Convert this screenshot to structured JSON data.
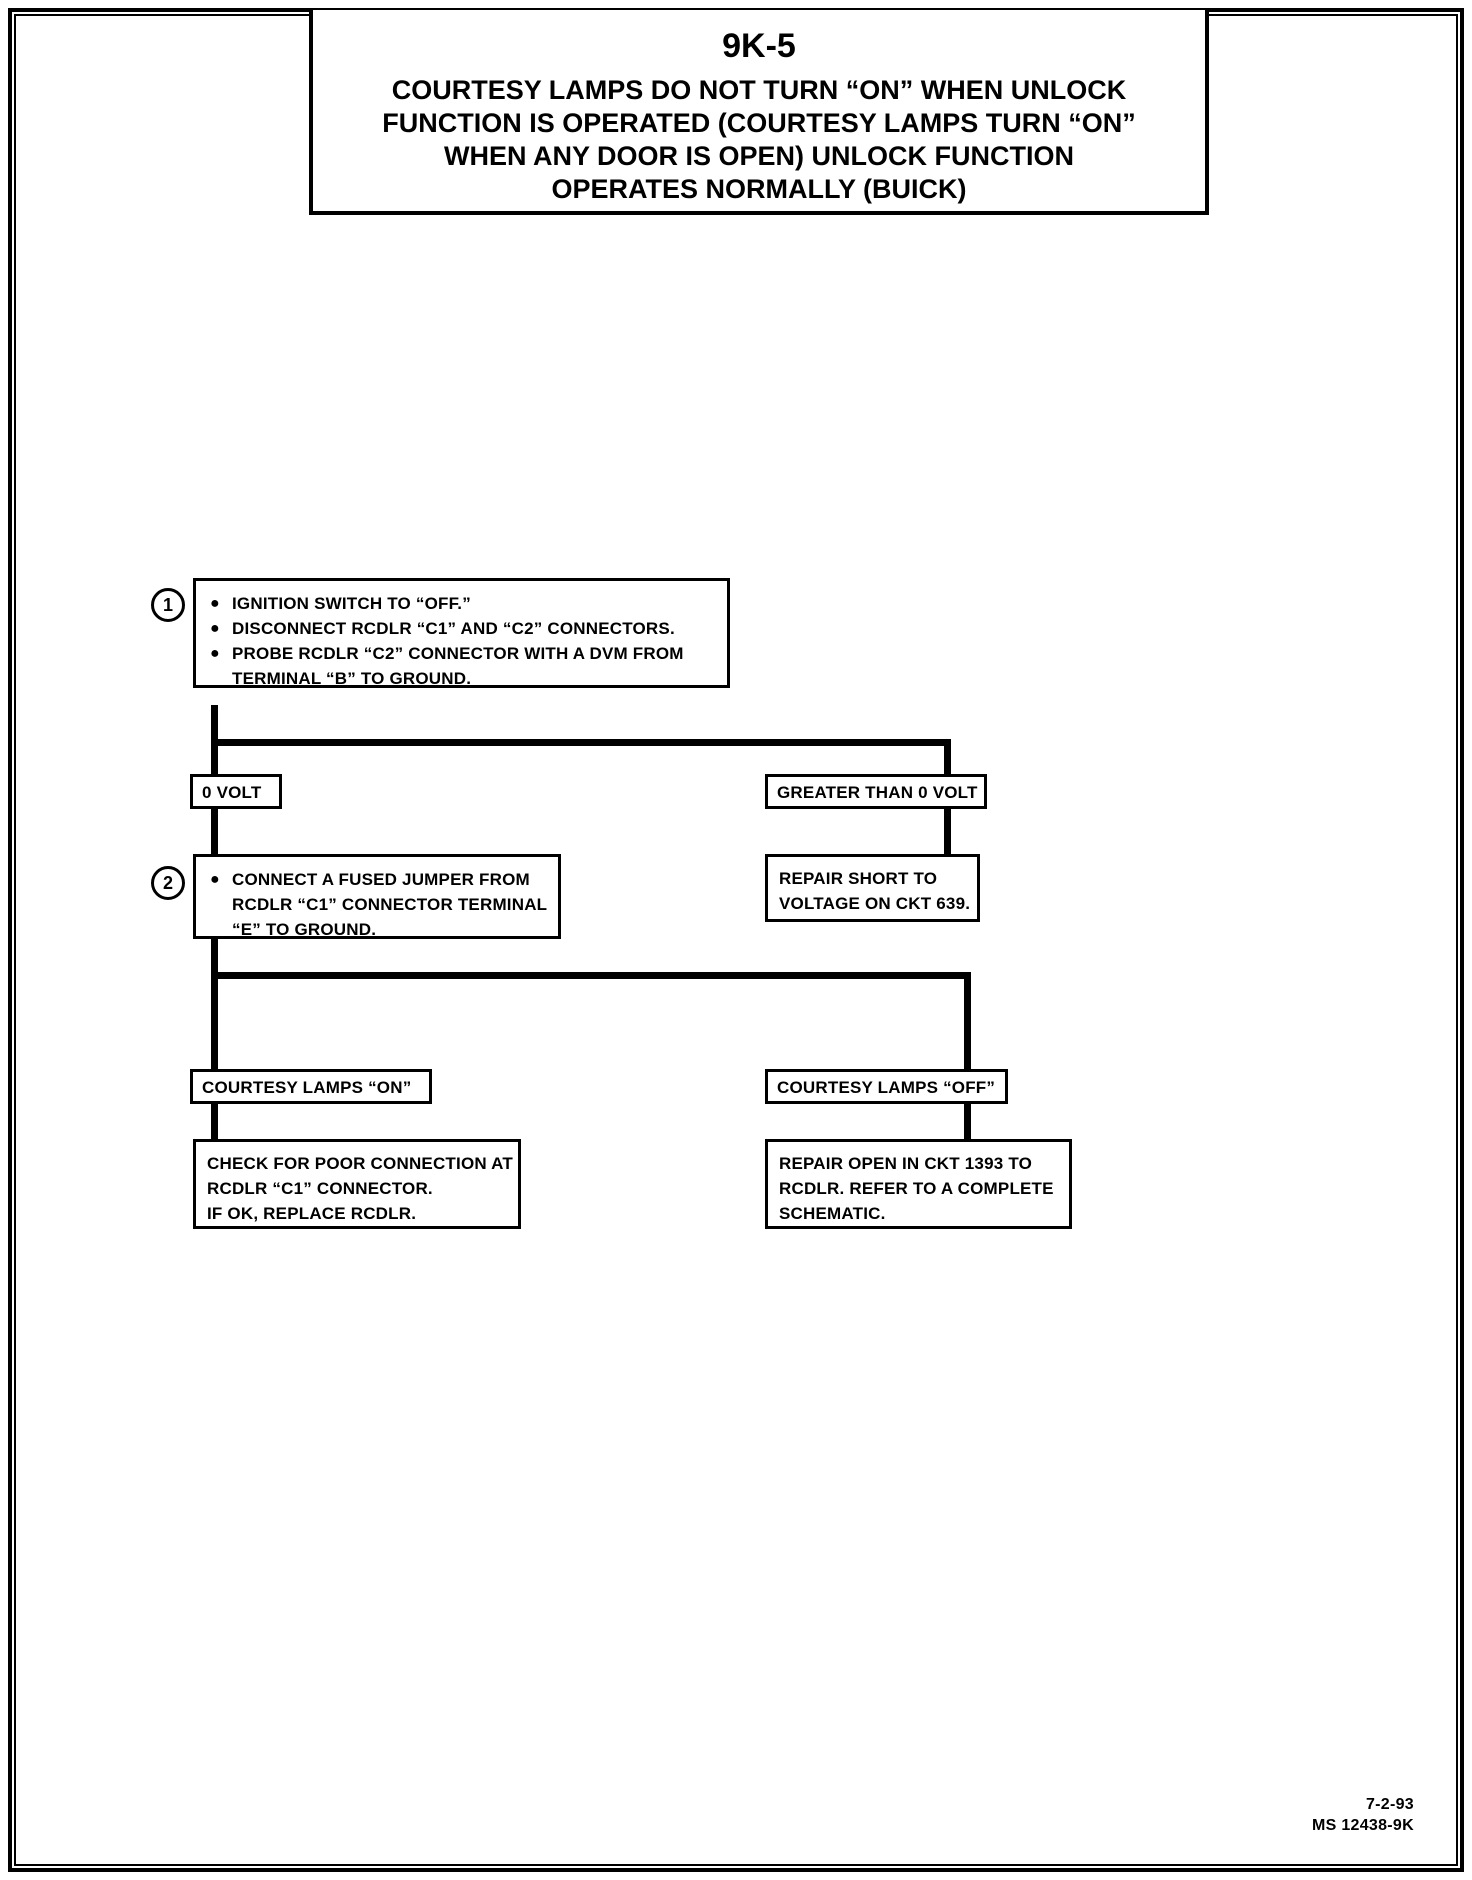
{
  "page": {
    "code": "9K-5",
    "title_lines": [
      "COURTESY LAMPS DO NOT TURN “ON” WHEN UNLOCK",
      "FUNCTION IS OPERATED (COURTESY LAMPS TURN “ON”",
      "WHEN ANY DOOR IS OPEN) UNLOCK FUNCTION",
      "OPERATES NORMALLY (BUICK)"
    ]
  },
  "flow": {
    "step1": {
      "number": "1",
      "bullets": [
        "IGNITION SWITCH TO “OFF.”",
        "DISCONNECT RCDLR “C1” AND “C2” CONNECTORS.",
        "PROBE RCDLR “C2” CONNECTOR WITH A DVM FROM"
      ],
      "continuation": "TERMINAL “B” TO GROUND."
    },
    "branch1_left_label": "0 VOLT",
    "branch1_right_label": "GREATER THAN 0 VOLT",
    "repair_short": {
      "line1": "REPAIR SHORT TO",
      "line2": "VOLTAGE ON CKT 639."
    },
    "step2": {
      "number": "2",
      "bullets": [
        "CONNECT A FUSED JUMPER FROM"
      ],
      "continuation1": "RCDLR “C1” CONNECTOR TERMINAL",
      "continuation2": "“E” TO GROUND."
    },
    "branch2_left_label": "COURTESY LAMPS “ON”",
    "branch2_right_label": "COURTESY LAMPS “OFF”",
    "check_connection": {
      "line1": "CHECK FOR POOR CONNECTION AT",
      "line2": "RCDLR “C1” CONNECTOR.",
      "line3": "IF OK, REPLACE RCDLR."
    },
    "repair_open": {
      "line1": "REPAIR OPEN IN CKT 1393 TO",
      "line2": "RCDLR.  REFER TO A COMPLETE",
      "line3": "SCHEMATIC."
    }
  },
  "footer": {
    "date": "7-2-93",
    "doc_id": "MS 12438-9K"
  }
}
